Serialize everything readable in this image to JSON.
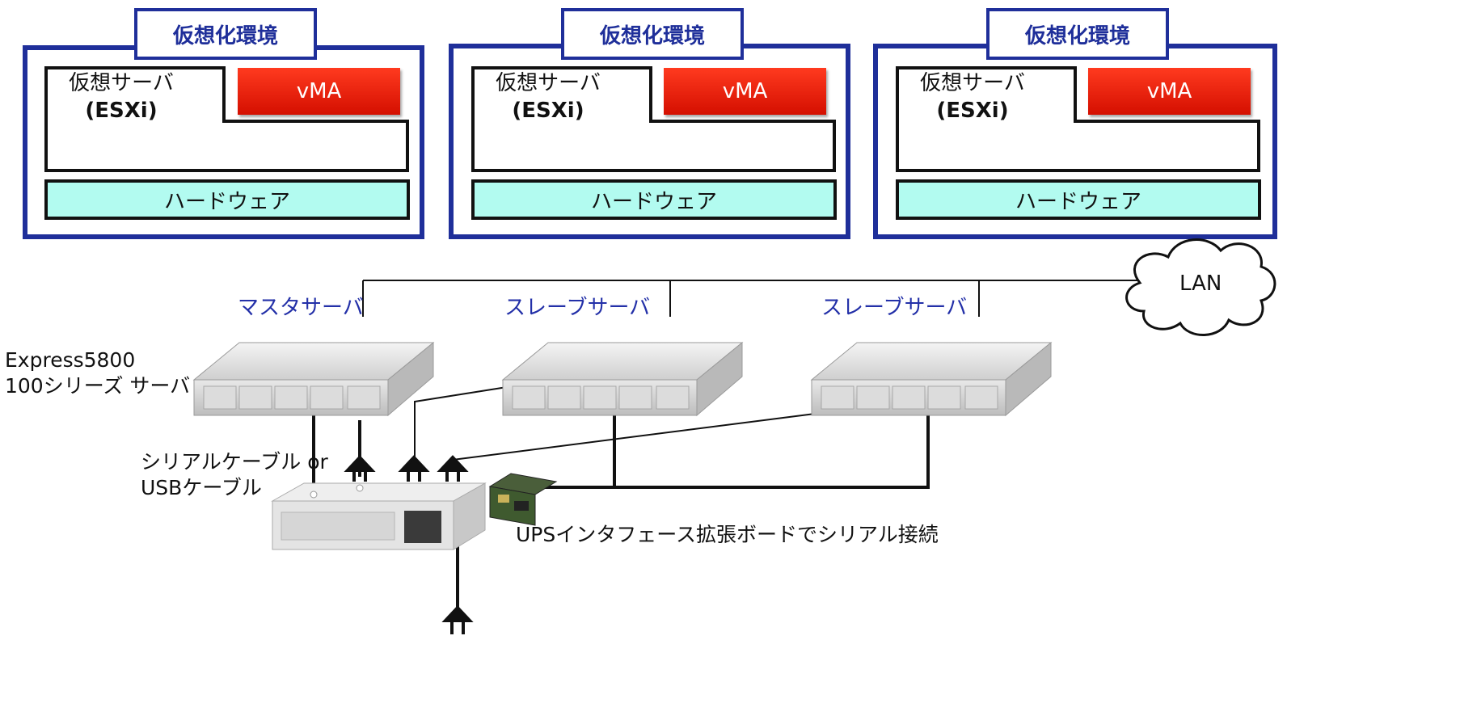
{
  "environments": [
    {
      "env_label": "仮想化環境",
      "server_name": "仮想サーバ",
      "server_type": "(ESXi)",
      "vma_label": "vMA",
      "hardware_label": "ハードウェア"
    },
    {
      "env_label": "仮想化環境",
      "server_name": "仮想サーバ",
      "server_type": "(ESXi)",
      "vma_label": "vMA",
      "hardware_label": "ハードウェア"
    },
    {
      "env_label": "仮想化環境",
      "server_name": "仮想サーバ",
      "server_type": "(ESXi)",
      "vma_label": "vMA",
      "hardware_label": "ハードウェア"
    }
  ],
  "network": {
    "lan_label": "LAN",
    "master_label": "マスタサーバ",
    "slave1_label": "スレーブサーバ",
    "slave2_label": "スレーブサーバ",
    "server_model_line1": "Express5800",
    "server_model_line2": "100シリーズ サーバ",
    "cable_line1": "シリアルケーブル or",
    "cable_line2": "USBケーブル",
    "ups_board_label": "UPSインタフェース拡張ボードでシリアル接続"
  },
  "colors": {
    "frame_blue": "#1f2f9a",
    "vma_red": "#e8200a",
    "hardware_cyan": "#b2fbf0",
    "role_text_blue": "#2330a8"
  }
}
